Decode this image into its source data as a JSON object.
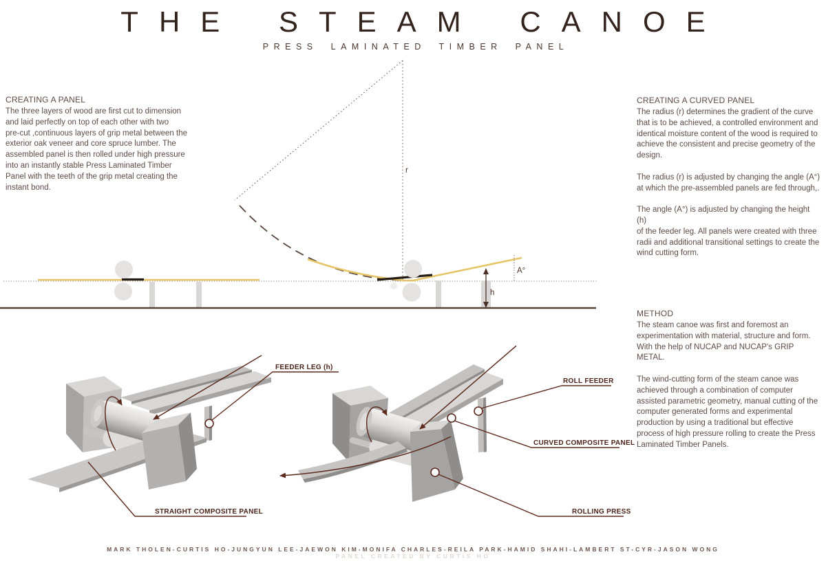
{
  "colors": {
    "ink-title": "#33231d",
    "ink-subtitle": "#4a342c",
    "ink-body": "#5d4a43",
    "ink-label": "#4b241a",
    "leader": "#5d2a1e",
    "dim": "#4b3026",
    "yellow": "#e6c566",
    "dash": "#55453c",
    "dot": "#877b70",
    "construction": "#6f6359",
    "ground": "#564238",
    "nip": "#241c12",
    "roller": "#e4e3e1",
    "leg": "#d8d7d5",
    "gray-top": "#d8d7d5",
    "gray-mid": "#c2c1bf",
    "gray-mid2": "#b2b1af",
    "gray-dark": "#a5a4a2",
    "gray-deep": "#8e8d8b",
    "credit": "#6d564d",
    "credit-faint": "#e2d8d2"
  },
  "header": {
    "title": "THE STEAM CANOE",
    "subtitle": "PRESS LAMINATED TIMBER PANEL"
  },
  "sections": {
    "creating_panel": {
      "heading": "CREATING A PANEL",
      "body": "The three layers of wood are first cut to dimension\nand laid perfectly on top of each other with two\npre-cut ,continuous layers of grip metal between the\nexterior oak veneer and core spruce lumber. The\nassembled panel is then rolled under high pressure\ninto an instantly stable Press Laminated Timber\nPanel with the teeth of the grip metal creating the\ninstant bond."
    },
    "creating_curved_panel": {
      "heading": "CREATING A CURVED PANEL",
      "body": "The radius (r) determines the gradient of the curve\nthat is to be achieved, a controlled environment and\nidentical moisture content of the wood is required to\nachieve the consistent and precise geometry of the\ndesign.\n\nThe radius (r) is adjusted by changing the angle (A°)\nat which the pre-assembled panels are fed through,.\n\nThe angle (A°) is adjusted by changing the height (h)\nof the feeder leg. All panels were created with three\nradii and additional transitional settings to create the\nwind cutting form."
    },
    "method": {
      "heading": "METHOD",
      "body": "The steam canoe was first and foremost an\nexperimentation with material, structure and form.\nWith the help of NUCAP and NUCAP's GRIP METAL.\n\nThe wind-cutting form of the steam canoe was\nachieved through a combination of computer\nassisted parametric geometry, manual cutting of the\ncomputer generated forms and experimental\nproduction by using a traditional but effective\nprocess of high pressure rolling to create the Press\nLaminated Timber Panels."
    }
  },
  "diagram": {
    "radius_label": "r",
    "angle_label": "A°",
    "height_label": "h"
  },
  "machines": {
    "left": {
      "feeder_leg_label": "FEEDER LEG (h)",
      "straight_panel_label": "STRAIGHT COMPOSITE PANEL"
    },
    "right": {
      "roll_feeder_label": "ROLL FEEDER",
      "curved_panel_label": "CURVED COMPOSITE PANEL",
      "rolling_press_label": "ROLLING PRESS"
    }
  },
  "footer": {
    "credits": "MARK THOLEN-CURTIS HO-JUNGYUN LEE-JAEWON KIM-MONIFA CHARLES-REILA PARK-HAMID SHAHI-LAMBERT ST-CYR-JASON WONG",
    "note": "PANEL CREATED BY CURTIS HO"
  }
}
